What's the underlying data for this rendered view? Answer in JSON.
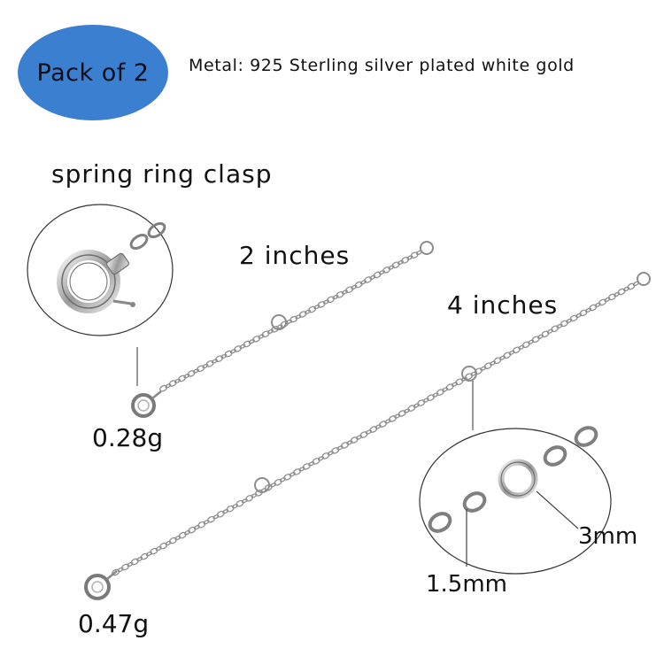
{
  "badge": {
    "label": "Pack of 2",
    "color": "#3b7fd0"
  },
  "metal": "Metal: 925 Sterling silver plated white gold",
  "clasp_title": "spring ring clasp",
  "extenders": [
    {
      "length": "2 inches",
      "weight": "0.28g"
    },
    {
      "length": "4 inches",
      "weight": "0.47g"
    }
  ],
  "link_sizes": {
    "large_ring": "3mm",
    "small_link": "1.5mm"
  },
  "icons": {
    "clasp_zoom": "clasp-magnify-icon",
    "link_zoom": "link-magnify-icon"
  }
}
